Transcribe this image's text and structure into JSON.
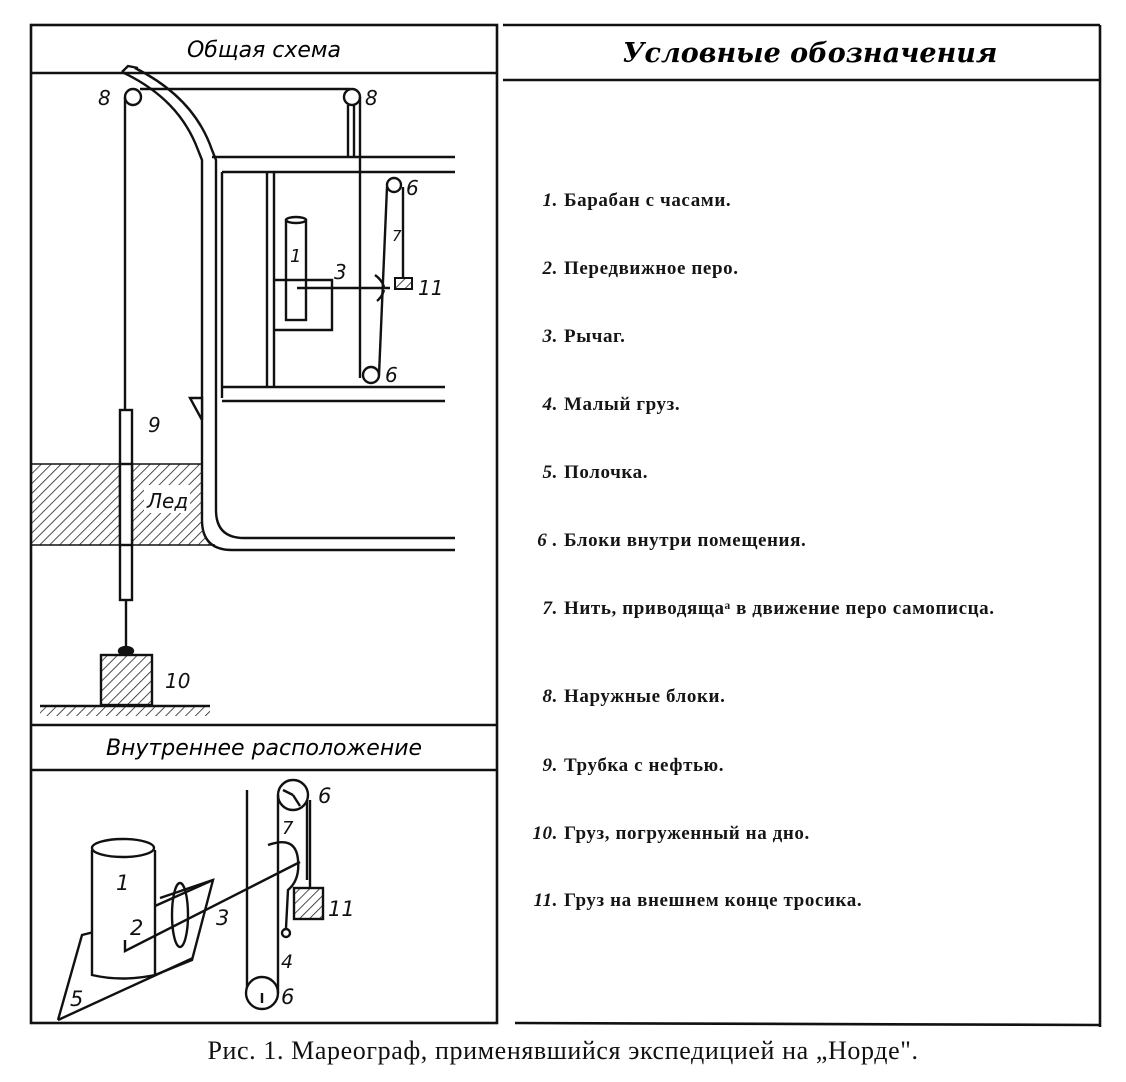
{
  "left_panel": {
    "top_header": "Общая схема",
    "bottom_header": "Внутреннее расположение",
    "general_scheme_labels": {
      "outer_block_left": "8",
      "outer_block_right": "8",
      "drum": "1",
      "lever": "3",
      "inner_block_top": "6",
      "inner_block_bottom": "6",
      "thread": "7",
      "outer_weight": "11",
      "oil_tube": "9",
      "ice": "Лед",
      "sunk_weight": "10"
    },
    "internal_layout_labels": {
      "drum": "1",
      "pen": "2",
      "lever": "3",
      "small_weight": "4",
      "shelf": "5",
      "block_top": "6",
      "block_bottom": "6",
      "thread": "7",
      "outer_weight": "11"
    }
  },
  "legend": {
    "title": "Условные обозначения",
    "items": [
      {
        "num": "1.",
        "text": "Барабан с часами."
      },
      {
        "num": "2.",
        "text": "Передвижное перо."
      },
      {
        "num": "3.",
        "text": "Рычаг."
      },
      {
        "num": "4.",
        "text": "Малый груз."
      },
      {
        "num": "5.",
        "text": "Полочка."
      },
      {
        "num": "6 .",
        "text": "Блоки внутри помещения."
      },
      {
        "num": "7.",
        "text": "Нить, приводящаᵃ в движение перо самописца."
      },
      {
        "num": "8.",
        "text": "Наружные блоки."
      },
      {
        "num": "9.",
        "text": "Трубка с нефтью."
      },
      {
        "num": "10.",
        "text": "Груз, погруженный на дно."
      },
      {
        "num": "11.",
        "text": "Груз на внешнем конце тросика."
      }
    ]
  },
  "caption": "Рис. 1. Мареограф, применявшийся экспедицией на „Норде\"."
}
